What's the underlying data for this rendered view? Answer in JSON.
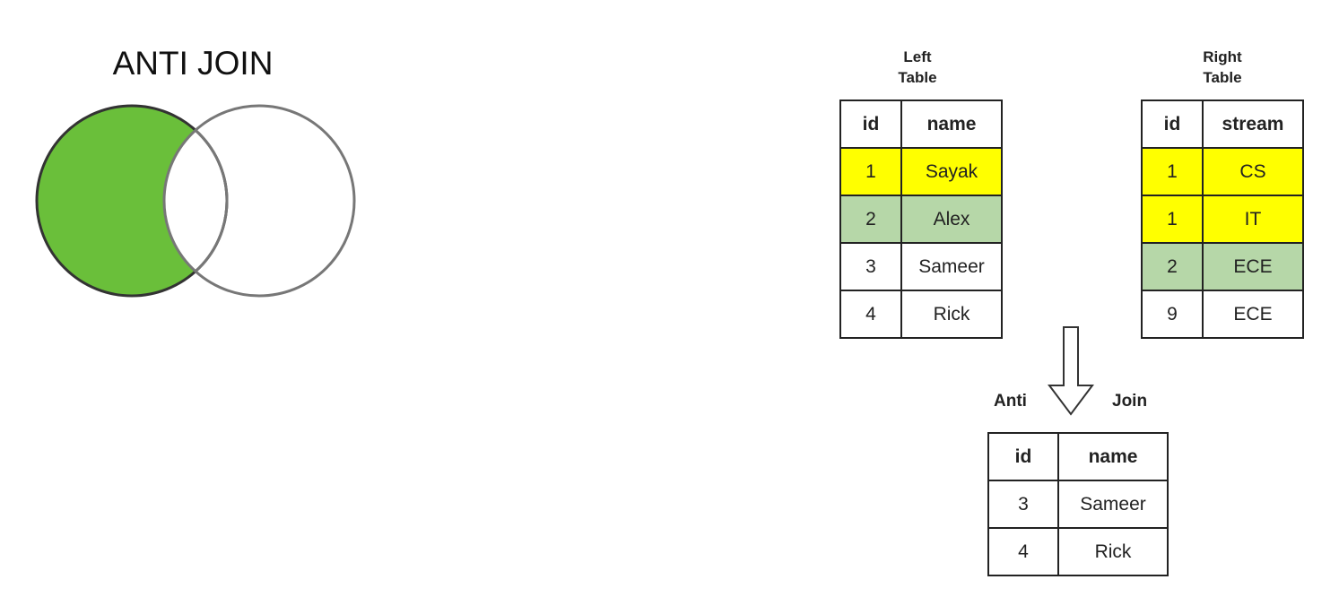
{
  "title": "ANTI JOIN",
  "colors": {
    "venn_fill": "#6abf3a",
    "match_yellow": "#ffff00",
    "match_green": "#b6d7a8"
  },
  "left_table": {
    "caption_line1": "Left",
    "caption_line2": "Table",
    "headers": [
      "id",
      "name"
    ],
    "rows": [
      {
        "cells": [
          "1",
          "Sayak"
        ],
        "highlight": "#ffff00"
      },
      {
        "cells": [
          "2",
          "Alex"
        ],
        "highlight": "#b6d7a8"
      },
      {
        "cells": [
          "3",
          "Sameer"
        ],
        "highlight": "#ffffff"
      },
      {
        "cells": [
          "4",
          "Rick"
        ],
        "highlight": "#ffffff"
      }
    ]
  },
  "right_table": {
    "caption_line1": "Right",
    "caption_line2": "Table",
    "headers": [
      "id",
      "stream"
    ],
    "rows": [
      {
        "cells": [
          "1",
          "CS"
        ],
        "highlight": "#ffff00"
      },
      {
        "cells": [
          "1",
          "IT"
        ],
        "highlight": "#ffff00"
      },
      {
        "cells": [
          "2",
          "ECE"
        ],
        "highlight": "#b6d7a8"
      },
      {
        "cells": [
          "9",
          "ECE"
        ],
        "highlight": "#ffffff"
      }
    ]
  },
  "arrow": {
    "label_left": "Anti",
    "label_right": "Join"
  },
  "result_table": {
    "headers": [
      "id",
      "name"
    ],
    "rows": [
      {
        "cells": [
          "3",
          "Sameer"
        ]
      },
      {
        "cells": [
          "4",
          "Rick"
        ]
      }
    ]
  }
}
